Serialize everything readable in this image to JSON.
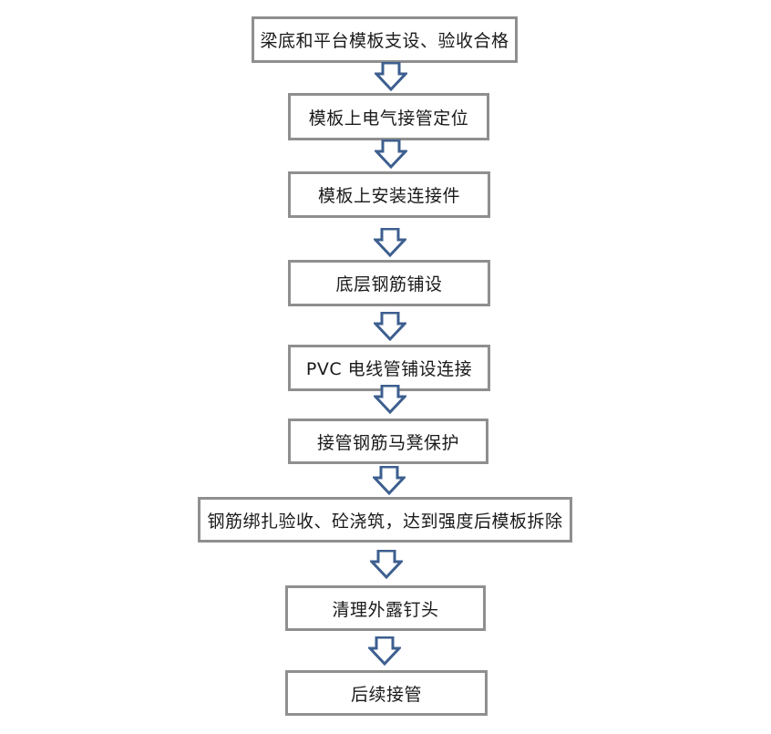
{
  "flowchart": {
    "steps": [
      "梁底和平台模板支设、验收合格",
      "模板上电气接管定位",
      "模板上安装连接件",
      "底层钢筋铺设",
      "PVC 电线管铺设连接",
      "接管钢筋马凳保护",
      "钢筋绑扎验收、砼浇筑，达到强度后模板拆除",
      "清理外露钉头",
      "后续接管"
    ],
    "box_border_color": "#8f8f8f",
    "arrow_color": "#3d5f8f",
    "arrow_icon": "hollow-down-arrow-icon"
  }
}
